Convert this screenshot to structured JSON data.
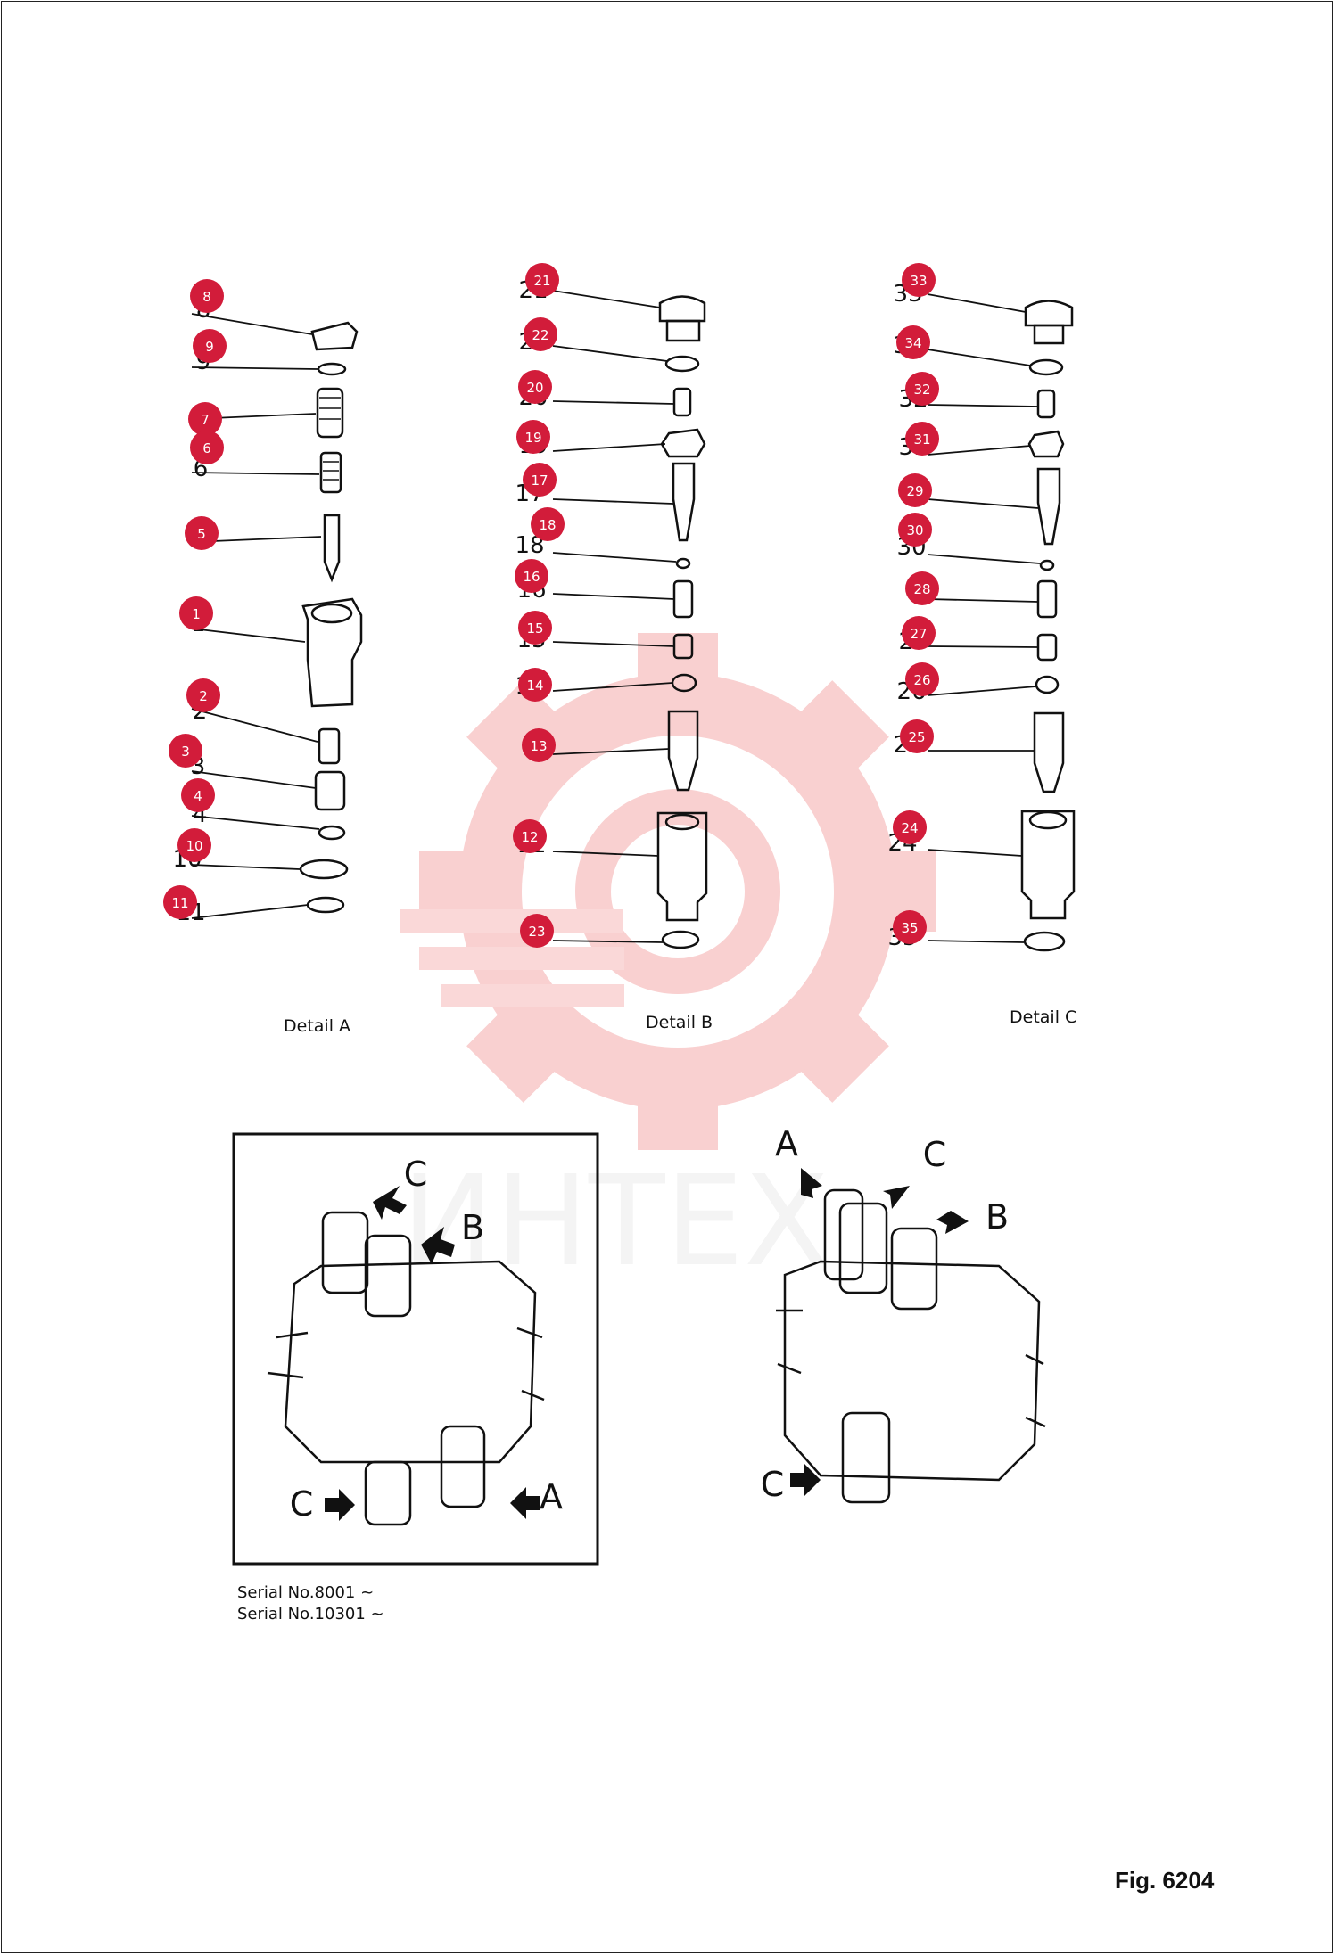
{
  "watermark": {
    "text": "ИНТЕХ",
    "color": "#f2c4c4"
  },
  "badge_color": "#d21c3a",
  "details": [
    {
      "caption": "Detail  A",
      "callouts": [
        "8",
        "9",
        "7",
        "6",
        "5",
        "1",
        "2",
        "3",
        "4",
        "10",
        "11"
      ],
      "labels": [
        "8",
        "9",
        "6",
        "1",
        "2",
        "3",
        "4",
        "10",
        "11"
      ]
    },
    {
      "caption": "Detail  B",
      "callouts": [
        "21",
        "22",
        "20",
        "19",
        "17",
        "18",
        "16",
        "15",
        "14",
        "13",
        "12",
        "23"
      ],
      "labels": [
        "21",
        "22",
        "20",
        "19",
        "17",
        "18",
        "16",
        "15",
        "14",
        "12"
      ]
    },
    {
      "caption": "Detail  C",
      "callouts": [
        "33",
        "34",
        "32",
        "31",
        "29",
        "30",
        "28",
        "27",
        "26",
        "25",
        "24",
        "35"
      ],
      "labels": [
        "33",
        "34",
        "32",
        "31",
        "30",
        "27",
        "26",
        "25",
        "24",
        "35"
      ]
    }
  ],
  "assembly_left": {
    "labels": [
      "C",
      "B",
      "C",
      "A"
    ]
  },
  "assembly_right": {
    "labels": [
      "A",
      "C",
      "B",
      "C"
    ]
  },
  "serial_numbers": [
    "Serial No.8001 ~",
    "Serial No.10301 ~"
  ],
  "figure": "Fig. 6204"
}
